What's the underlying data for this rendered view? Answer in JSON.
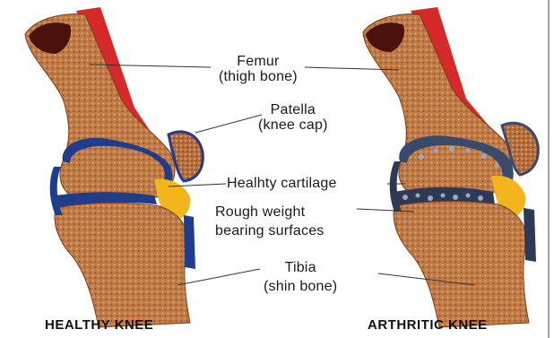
{
  "labels": {
    "femur": {
      "line1": "Femur",
      "line2": "(thigh bone)"
    },
    "patella": {
      "line1": "Patella",
      "line2": "(knee cap)"
    },
    "cartilage": {
      "line1": "Healhty cartilage"
    },
    "rough": {
      "line1": "Rough weight",
      "line2": "bearing surfaces"
    },
    "tibia": {
      "line1": "Tibia",
      "line2": "(shin bone)"
    }
  },
  "captions": {
    "healthy": "HEALTHY KNEE",
    "arthritic": "ARTHRITIC KNEE"
  },
  "colors": {
    "bone": "#b06a3a",
    "bone_light": "#d9a56e",
    "marrow": "#5a1a10",
    "muscle": "#d62a2a",
    "cartilage_blue": "#1f3d8a",
    "cartilage_yellow": "#f3b51c",
    "leader": "#333333"
  }
}
